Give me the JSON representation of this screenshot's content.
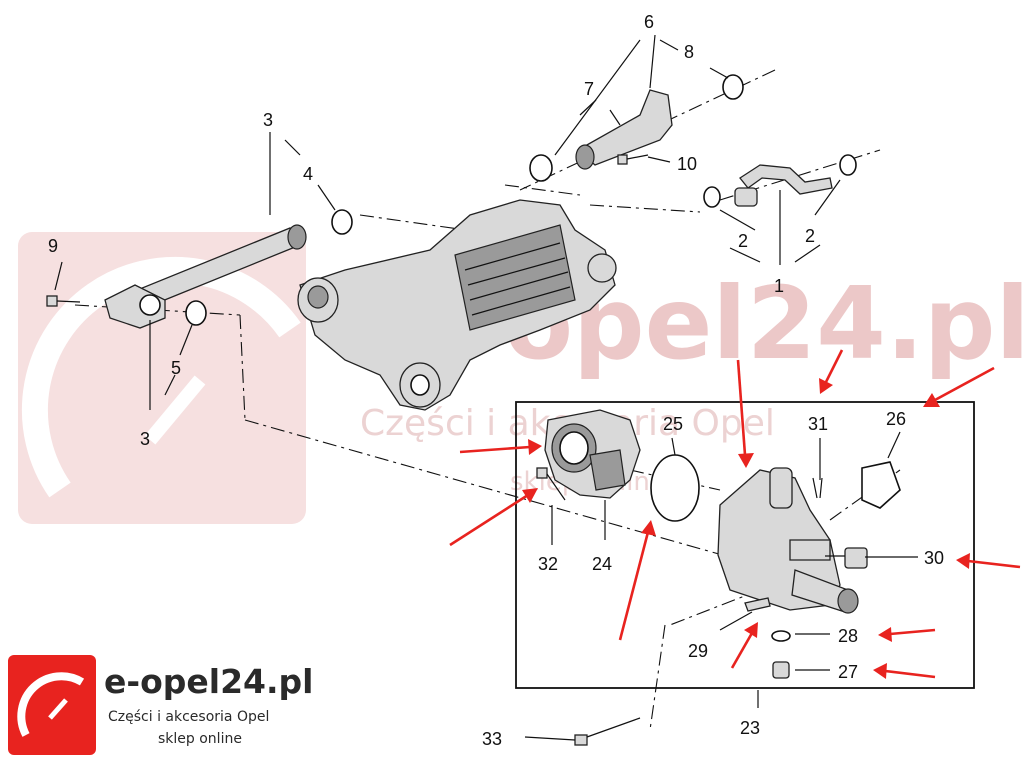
{
  "watermark": {
    "brand": "e-opel24.pl",
    "subtitle": "Części i akcesoria Opel",
    "tagline": "sklep online"
  },
  "logo": {
    "title": "e-opel24.pl",
    "subtitle": "Części i akcesoria Opel",
    "tagline": "sklep online",
    "brand_color": "#e8231f"
  },
  "callouts": {
    "c1": "1",
    "c2a": "2",
    "c2b": "2",
    "c3a": "3",
    "c3b": "3",
    "c4": "4",
    "c5": "5",
    "c6": "6",
    "c7": "7",
    "c8": "8",
    "c9": "9",
    "c10": "10",
    "c23": "23",
    "c24": "24",
    "c25": "25",
    "c26": "26",
    "c27": "27",
    "c28": "28",
    "c29": "29",
    "c30": "30",
    "c31": "31",
    "c32": "32",
    "c33": "33"
  },
  "colors": {
    "arrow": "#e8231f",
    "line": "#111111",
    "watermark": "#ecc8c8"
  }
}
